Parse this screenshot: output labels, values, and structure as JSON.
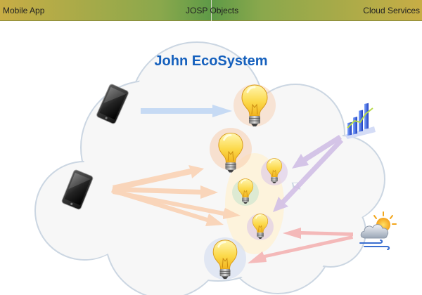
{
  "topbar": {
    "left_label": "Mobile App",
    "center_label": "JOSP Objects",
    "right_label": "Cloud Services",
    "gradient_colors": [
      "#c8ad45",
      "#5e9a47"
    ]
  },
  "diagram": {
    "title": "John EcoSystem",
    "title_color": "#1560bd",
    "cloud_fill": "#f7f7f7",
    "cloud_stroke": "#cbd6e2",
    "nodes": [
      {
        "id": "phone-1",
        "icon": "smartphone-icon"
      },
      {
        "id": "phone-2",
        "icon": "smartphone-icon"
      },
      {
        "id": "bulb-1",
        "icon": "lightbulb-icon",
        "halo": "#f7c9a8"
      },
      {
        "id": "bulb-2",
        "icon": "lightbulb-icon",
        "halo": "#f7c9a8"
      },
      {
        "id": "bulb-3",
        "icon": "lightbulb-icon",
        "halo": "#dcc8e6"
      },
      {
        "id": "bulb-4",
        "icon": "lightbulb-icon",
        "halo": "#cfe5cf"
      },
      {
        "id": "bulb-5",
        "icon": "lightbulb-icon",
        "halo": "#dcc8e6"
      },
      {
        "id": "bulb-6",
        "icon": "lightbulb-icon",
        "halo": "#cbd8f0"
      },
      {
        "id": "analytics",
        "icon": "bar-chart-icon"
      },
      {
        "id": "weather",
        "icon": "weather-icon"
      }
    ],
    "arrow_colors": {
      "mobile_blue": "#b9d2f2",
      "mobile_orange": "#fad2b4",
      "cloud_purple": "#d1bfe6",
      "cloud_red": "#f4b3b3"
    }
  }
}
